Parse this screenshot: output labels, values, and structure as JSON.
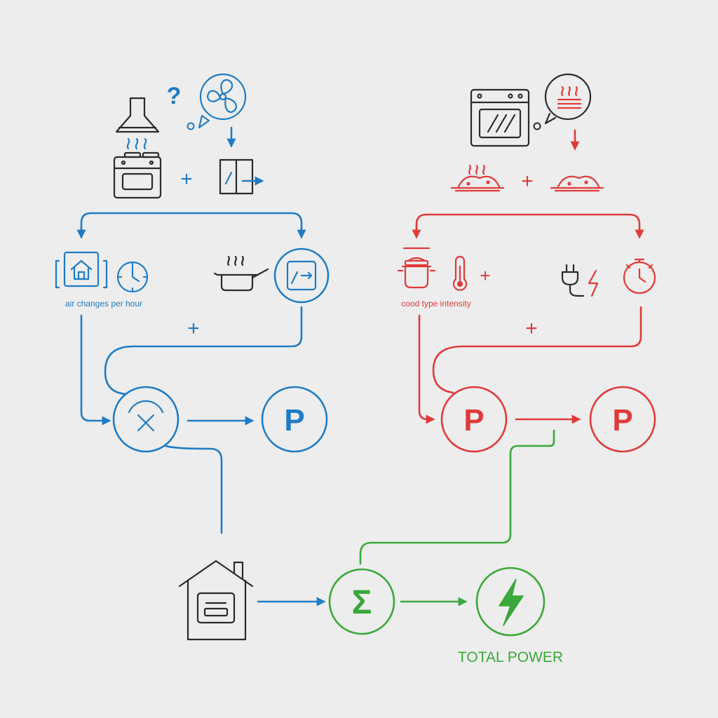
{
  "colors": {
    "background": "#ededed",
    "ink": "#2b2b2b",
    "blue": "#1f7cc4",
    "red": "#e03a3a",
    "green": "#3aa83a"
  },
  "icons": {
    "vent": [
      "range-hood-icon",
      "question-mark-icon",
      "fan-thought-bubble-icon",
      "stove-icon",
      "window-icon",
      "house-frame-icon",
      "clock-icon",
      "pot-icon",
      "window-circle-icon",
      "mix-circle-icon",
      "power-p-icon"
    ],
    "cook": [
      "oven-icon",
      "steam-thought-bubble-icon",
      "steaming-dish-icon",
      "dish-icon",
      "pot-icon",
      "thermometer-icon",
      "plug-icon",
      "timer-icon",
      "power-p-icon"
    ],
    "total": [
      "house-meter-icon",
      "sigma-circle-icon",
      "lightning-circle-icon"
    ]
  },
  "labels": {
    "plus": "+",
    "air_changes": "air changes per hour",
    "food_type": "cood type intensity",
    "power_letter": "P",
    "sigma": "Σ",
    "question": "?",
    "total_power": "TOTAL POWER"
  }
}
